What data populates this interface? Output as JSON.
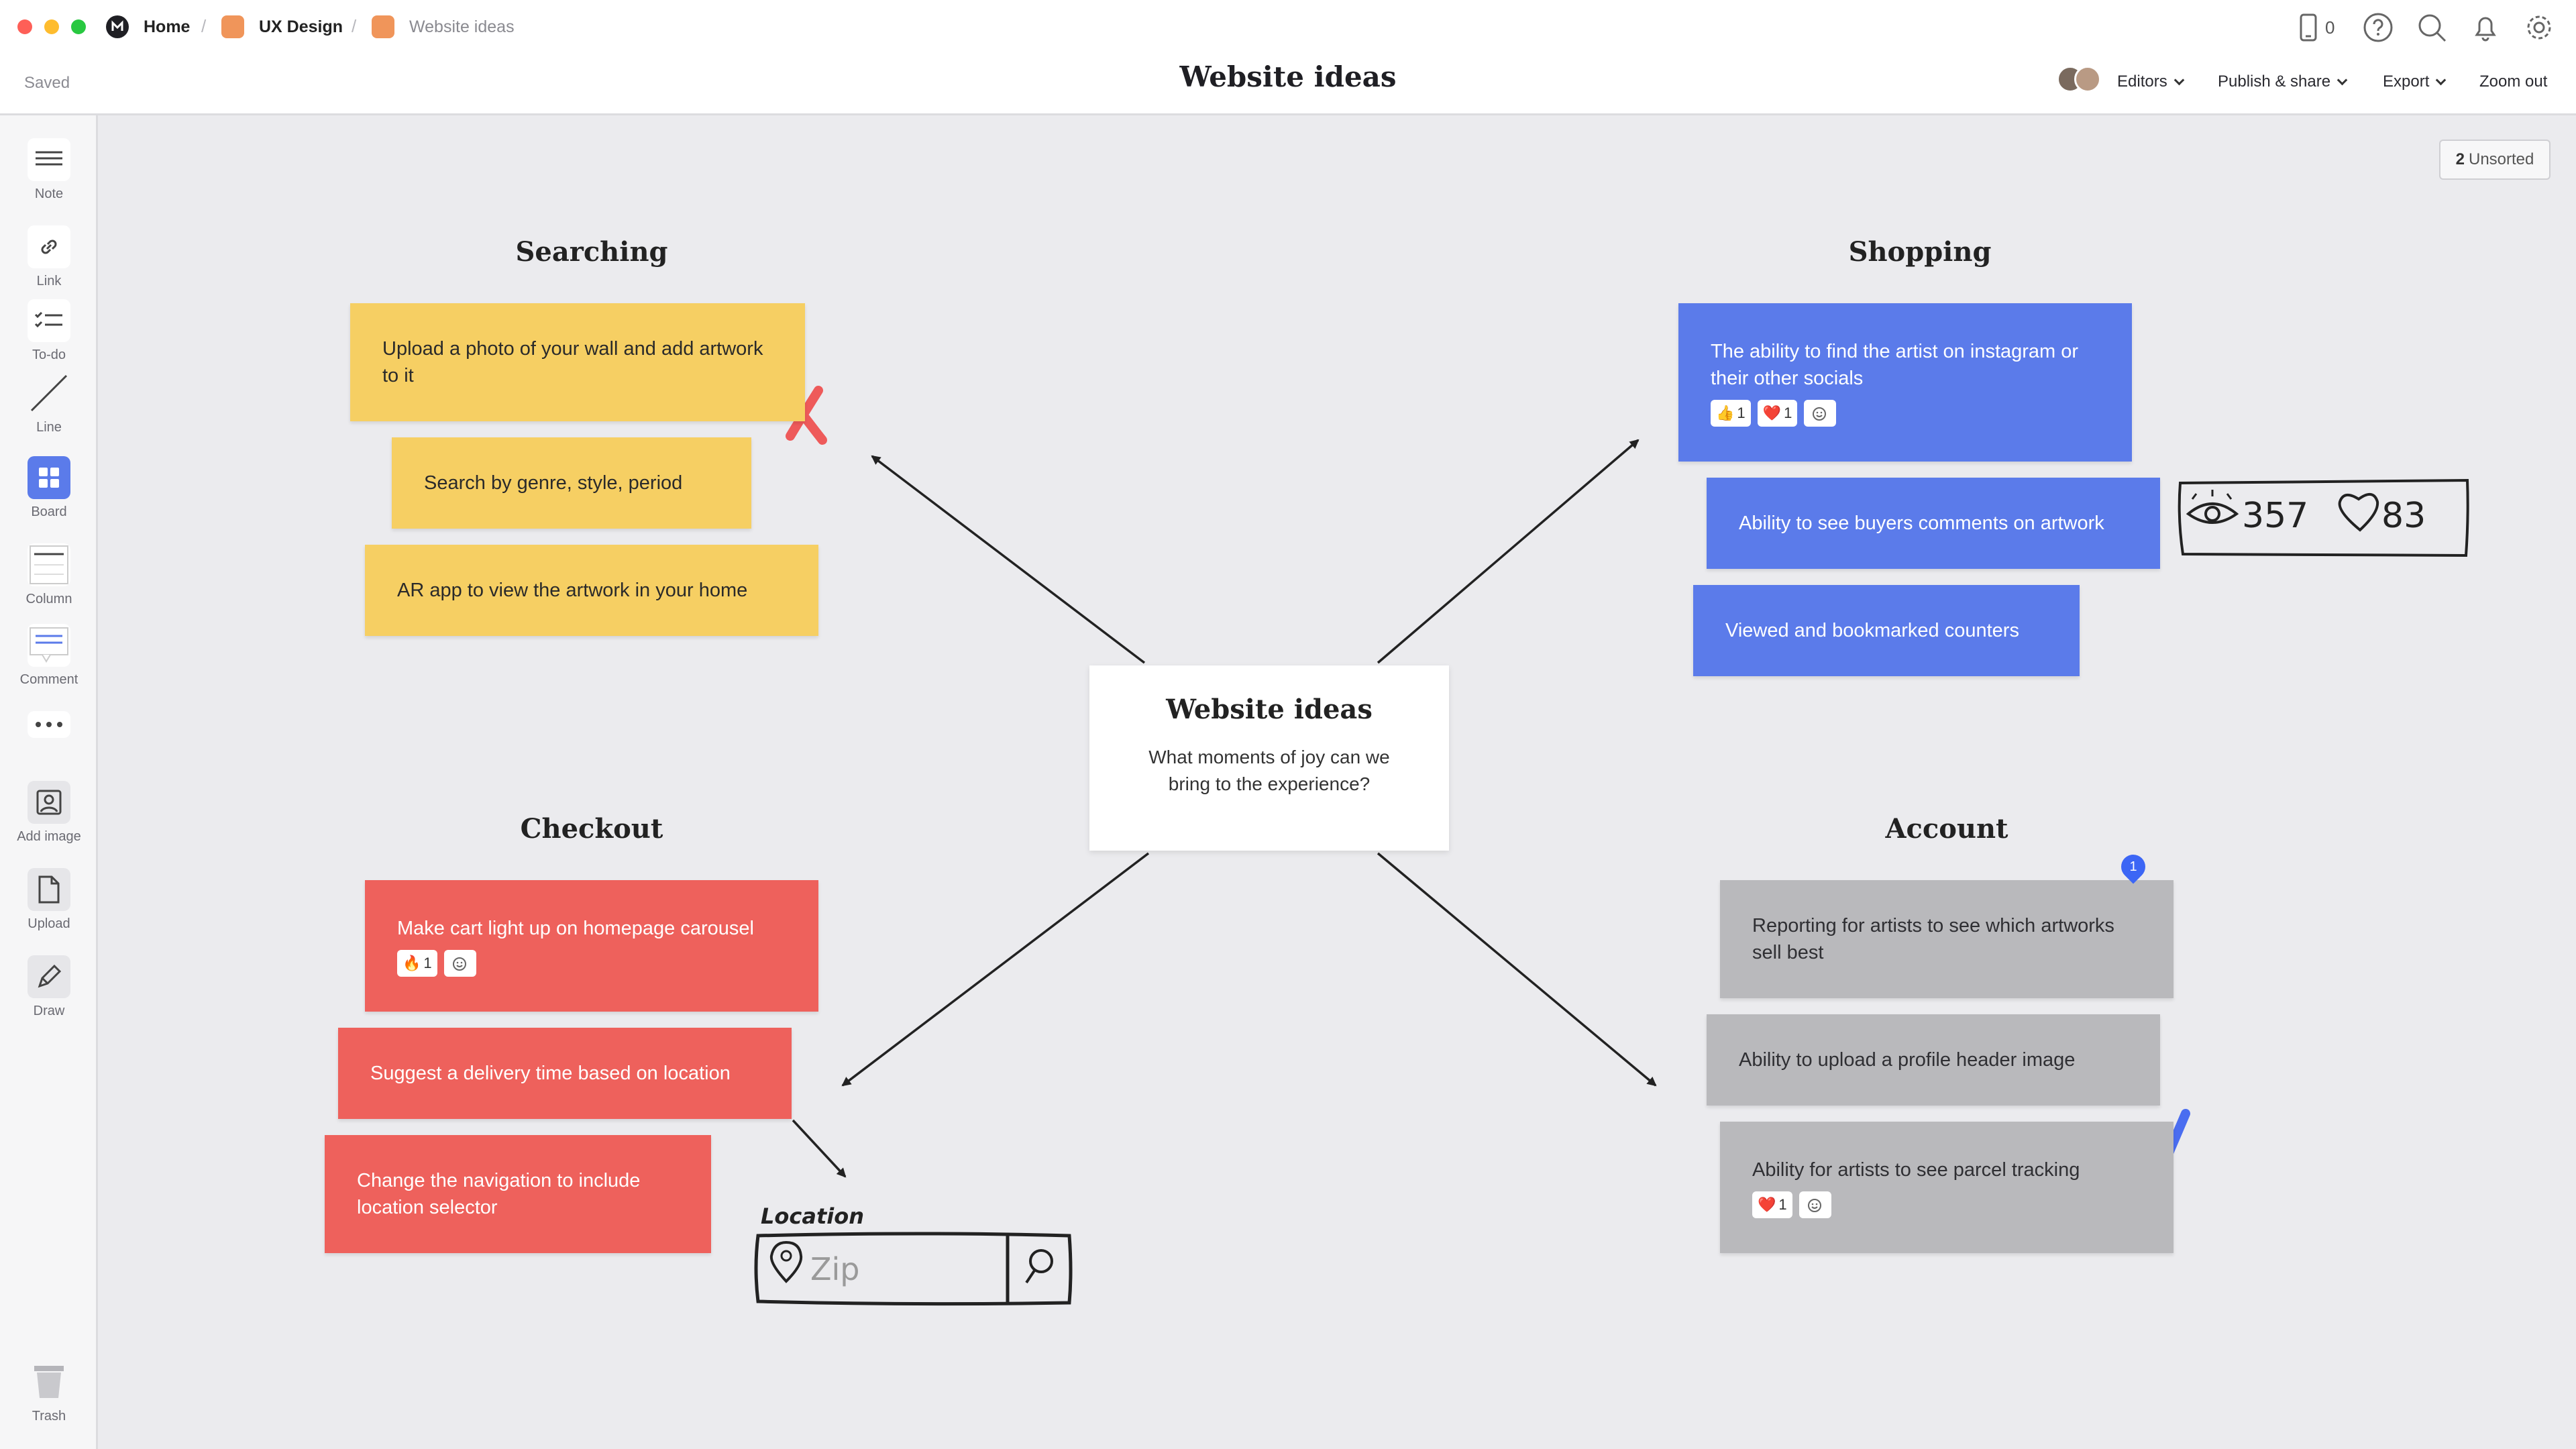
{
  "topbar": {
    "crumbs": [
      {
        "label": "Home",
        "color": "#1f1f24"
      },
      {
        "label": "UX Design",
        "color": "#f0955a"
      },
      {
        "label": "Website ideas",
        "color": "#f0955a"
      }
    ],
    "saved": "Saved",
    "title": "Website ideas",
    "mobile_count": "0",
    "menus": {
      "editors": "Editors",
      "publish": "Publish & share",
      "export": "Export",
      "zoom": "Zoom out"
    }
  },
  "sidebar": {
    "tools": [
      "Note",
      "Link",
      "To-do",
      "Line",
      "Board",
      "Column",
      "Comment",
      "Add image",
      "Upload",
      "Draw",
      "Trash"
    ]
  },
  "canvas": {
    "unsorted_count": "2",
    "unsorted_label": "Unsorted",
    "center": {
      "title": "Website ideas",
      "subtitle": "What moments of joy can we bring to the experience?"
    },
    "sections": {
      "searching": {
        "heading": "Searching",
        "cards": [
          "Upload a photo of your wall and add artwork to it",
          "Search by genre, style, period",
          "AR app to view the artwork in your home"
        ]
      },
      "shopping": {
        "heading": "Shopping",
        "cards": [
          "The ability to find the artist on instagram or their other socials",
          "Ability to see buyers comments on artwork",
          "Viewed and bookmarked counters"
        ],
        "reactions": [
          {
            "emoji": "👍",
            "count": "1"
          },
          {
            "emoji": "❤️",
            "count": "1"
          }
        ]
      },
      "checkout": {
        "heading": "Checkout",
        "cards": [
          "Make cart light up on homepage carousel",
          "Suggest a delivery time based on location",
          "Change the navigation to include location selector"
        ],
        "reactions": [
          {
            "emoji": "🔥",
            "count": "1"
          }
        ]
      },
      "account": {
        "heading": "Account",
        "cards": [
          "Reporting for artists to see which artworks sell best",
          "Ability to upload a profile header image",
          "Ability for artists to see parcel tracking"
        ],
        "reactions": [
          {
            "emoji": "❤️",
            "count": "1"
          }
        ],
        "comment_count": "1"
      }
    },
    "sketches": {
      "counter": {
        "views": "357",
        "likes": "83"
      },
      "location": {
        "label": "Location",
        "placeholder": "Zip"
      }
    }
  },
  "colors": {
    "yellow": "#f6cf63",
    "blue": "#5b7bea",
    "red": "#ee615c",
    "grey": "#b9b9bc",
    "accent": "#3c66f5"
  }
}
